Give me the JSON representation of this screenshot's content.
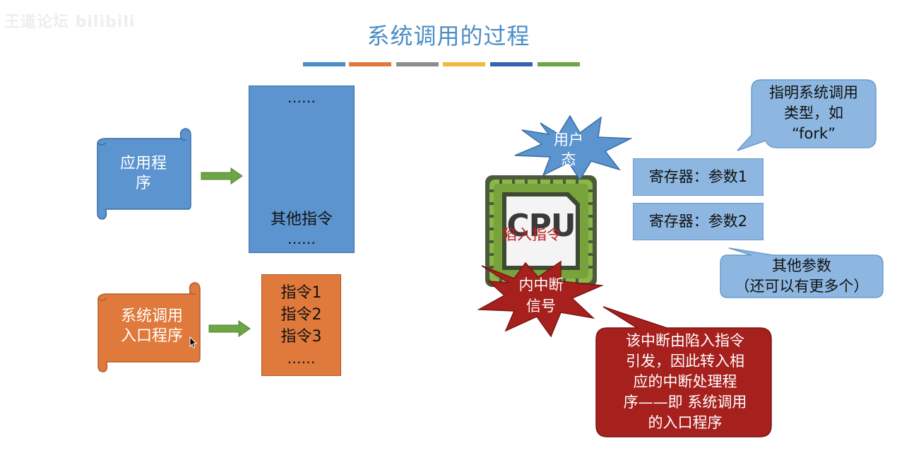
{
  "watermark": "王道论坛 bilibili",
  "title": "系统调用的过程",
  "color_bars": [
    "#4b8dc6",
    "#e07a3c",
    "#8c8c8c",
    "#f0b93a",
    "#3563b0",
    "#6ea544"
  ],
  "app_scroll": {
    "label_line1": "应用程",
    "label_line2": "序"
  },
  "syscall_scroll": {
    "label_line1": "系统调用",
    "label_line2": "入口程序"
  },
  "app_block": {
    "top_dots": "……",
    "other": "其他指令",
    "bottom_dots": "……"
  },
  "syscall_block": {
    "lines": [
      "指令1",
      "指令2",
      "指令3",
      "……"
    ]
  },
  "cpu": {
    "chip_label": "CPU",
    "trap_label": "陷入指令"
  },
  "user_mode_burst": {
    "line1": "用户",
    "line2": "态"
  },
  "interrupt_burst": {
    "line1": "内中断",
    "line2": "信号"
  },
  "fork_callout": {
    "line1": "指明系统调用",
    "line2": "类型，如",
    "line3": "“fork”"
  },
  "registers": [
    "寄存器：参数1",
    "寄存器：参数2"
  ],
  "other_params_callout": {
    "line1": "其他参数",
    "line2": "（还可以有更多个）"
  },
  "interrupt_explain_callout": {
    "lines": [
      "该中断由陷入指令",
      "引发，因此转入相",
      "应的中断处理程",
      "序——即 系统调用",
      "的入口程序"
    ]
  }
}
